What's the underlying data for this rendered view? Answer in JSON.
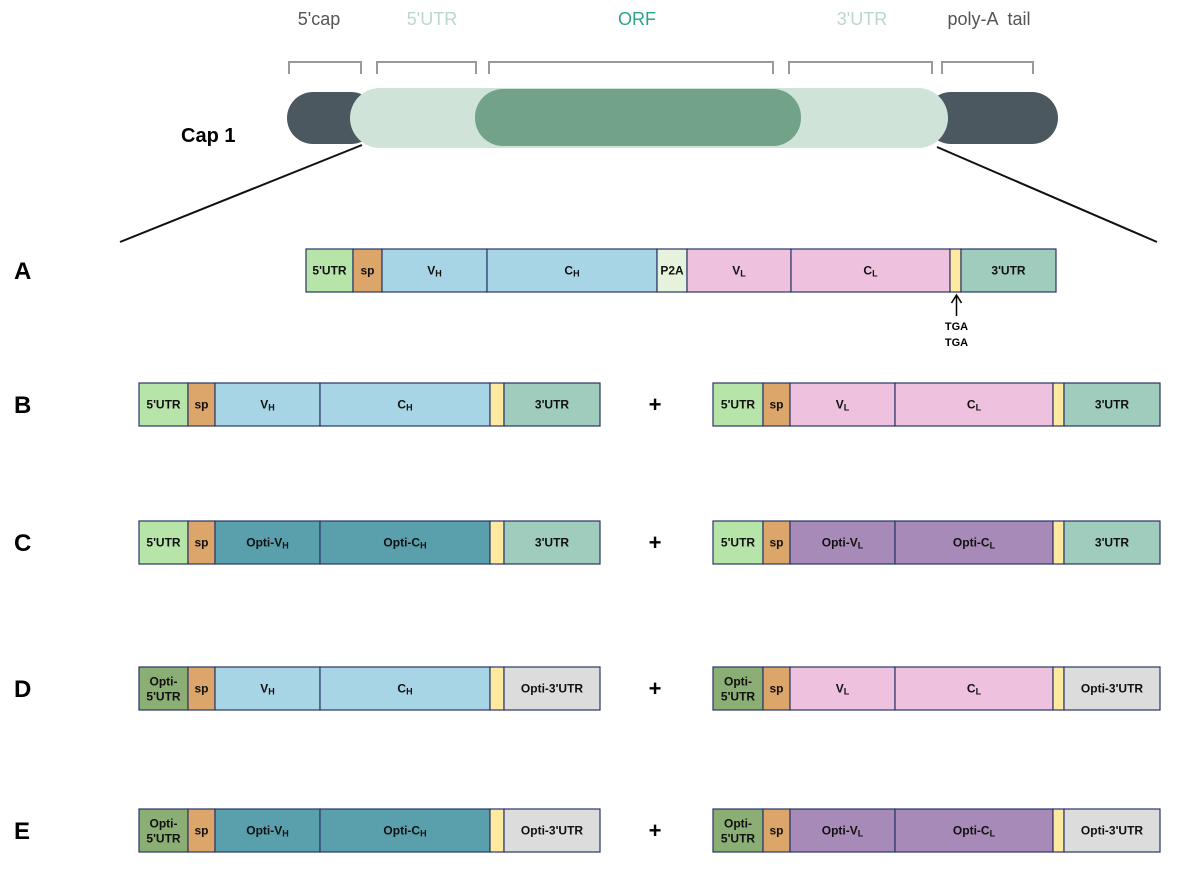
{
  "mrna": {
    "cap_label": "Cap 1",
    "regions": [
      {
        "key": "cap5",
        "label": "5'cap",
        "color": "#555555"
      },
      {
        "key": "utr5",
        "label": "5'UTR",
        "color": "#bcd6cb"
      },
      {
        "key": "orf",
        "label": "ORF",
        "color": "#2aa58a"
      },
      {
        "key": "utr3",
        "label": "3'UTR",
        "color": "#bcd6cb"
      },
      {
        "key": "polya",
        "label": "poly-A  tail",
        "color": "#555555"
      }
    ],
    "colors": {
      "cap": "#4b5860",
      "utr": "#cfe3d8",
      "orf": "#72a388"
    }
  },
  "colors": {
    "utr5": "#b7e4a8",
    "opti_utr5": "#8aae74",
    "sp": "#dca56a",
    "vh": "#a8d5e5",
    "ch": "#a8d5e5",
    "opti_h": "#5a9fac",
    "p2a": "#e6f2dc",
    "vl": "#eec2de",
    "cl": "#eec2de",
    "opti_l": "#a88ab8",
    "stop": "#fdeaa0",
    "utr3": "#9fccbc",
    "opti_utr3": "#dcdcdc",
    "border": "#2a3566"
  },
  "rows": [
    {
      "label": "A",
      "constructs": [
        {
          "segments": [
            {
              "text": "5'UTR",
              "color": "utr5"
            },
            {
              "text": "sp",
              "color": "sp"
            },
            {
              "text": "V",
              "sub": "H",
              "color": "vh"
            },
            {
              "text": "C",
              "sub": "H",
              "color": "ch"
            },
            {
              "text": "P2A",
              "color": "p2a"
            },
            {
              "text": "V",
              "sub": "L",
              "color": "vl"
            },
            {
              "text": "C",
              "sub": "L",
              "color": "cl"
            },
            {
              "text": "",
              "color": "stop"
            },
            {
              "text": "3'UTR",
              "color": "utr3"
            }
          ]
        }
      ],
      "stop_note": [
        "TGA",
        "TGA"
      ]
    },
    {
      "label": "B",
      "plus": "+",
      "constructs": [
        {
          "segments": [
            {
              "text": "5'UTR",
              "color": "utr5"
            },
            {
              "text": "sp",
              "color": "sp"
            },
            {
              "text": "V",
              "sub": "H",
              "color": "vh"
            },
            {
              "text": "C",
              "sub": "H",
              "color": "ch"
            },
            {
              "text": "",
              "color": "stop"
            },
            {
              "text": "3'UTR",
              "color": "utr3"
            }
          ]
        },
        {
          "segments": [
            {
              "text": "5'UTR",
              "color": "utr5"
            },
            {
              "text": "sp",
              "color": "sp"
            },
            {
              "text": "V",
              "sub": "L",
              "color": "vl"
            },
            {
              "text": "C",
              "sub": "L",
              "color": "cl"
            },
            {
              "text": "",
              "color": "stop"
            },
            {
              "text": "3'UTR",
              "color": "utr3"
            }
          ]
        }
      ]
    },
    {
      "label": "C",
      "plus": "+",
      "constructs": [
        {
          "segments": [
            {
              "text": "5'UTR",
              "color": "utr5"
            },
            {
              "text": "sp",
              "color": "sp"
            },
            {
              "text": "Opti-V",
              "sub": "H",
              "color": "opti_h"
            },
            {
              "text": "Opti-C",
              "sub": "H",
              "color": "opti_h"
            },
            {
              "text": "",
              "color": "stop"
            },
            {
              "text": "3'UTR",
              "color": "utr3"
            }
          ]
        },
        {
          "segments": [
            {
              "text": "5'UTR",
              "color": "utr5"
            },
            {
              "text": "sp",
              "color": "sp"
            },
            {
              "text": "Opti-V",
              "sub": "L",
              "color": "opti_l"
            },
            {
              "text": "Opti-C",
              "sub": "L",
              "color": "opti_l"
            },
            {
              "text": "",
              "color": "stop"
            },
            {
              "text": "3'UTR",
              "color": "utr3"
            }
          ]
        }
      ]
    },
    {
      "label": "D",
      "plus": "+",
      "constructs": [
        {
          "segments": [
            {
              "text": "Opti-\n5'UTR",
              "color": "opti_utr5"
            },
            {
              "text": "sp",
              "color": "sp"
            },
            {
              "text": "V",
              "sub": "H",
              "color": "vh"
            },
            {
              "text": "C",
              "sub": "H",
              "color": "ch"
            },
            {
              "text": "",
              "color": "stop"
            },
            {
              "text": "Opti-3'UTR",
              "color": "opti_utr3"
            }
          ]
        },
        {
          "segments": [
            {
              "text": "Opti-\n5'UTR",
              "color": "opti_utr5"
            },
            {
              "text": "sp",
              "color": "sp"
            },
            {
              "text": "V",
              "sub": "L",
              "color": "vl"
            },
            {
              "text": "C",
              "sub": "L",
              "color": "cl"
            },
            {
              "text": "",
              "color": "stop"
            },
            {
              "text": "Opti-3'UTR",
              "color": "opti_utr3"
            }
          ]
        }
      ]
    },
    {
      "label": "E",
      "plus": "+",
      "constructs": [
        {
          "segments": [
            {
              "text": "Opti-\n5'UTR",
              "color": "opti_utr5"
            },
            {
              "text": "sp",
              "color": "sp"
            },
            {
              "text": "Opti-V",
              "sub": "H",
              "color": "opti_h"
            },
            {
              "text": "Opti-C",
              "sub": "H",
              "color": "opti_h"
            },
            {
              "text": "",
              "color": "stop"
            },
            {
              "text": "Opti-3'UTR",
              "color": "opti_utr3"
            }
          ]
        },
        {
          "segments": [
            {
              "text": "Opti-\n5'UTR",
              "color": "opti_utr5"
            },
            {
              "text": "sp",
              "color": "sp"
            },
            {
              "text": "Opti-V",
              "sub": "L",
              "color": "opti_l"
            },
            {
              "text": "Opti-C",
              "sub": "L",
              "color": "opti_l"
            },
            {
              "text": "",
              "color": "stop"
            },
            {
              "text": "Opti-3'UTR",
              "color": "opti_utr3"
            }
          ]
        }
      ]
    }
  ]
}
